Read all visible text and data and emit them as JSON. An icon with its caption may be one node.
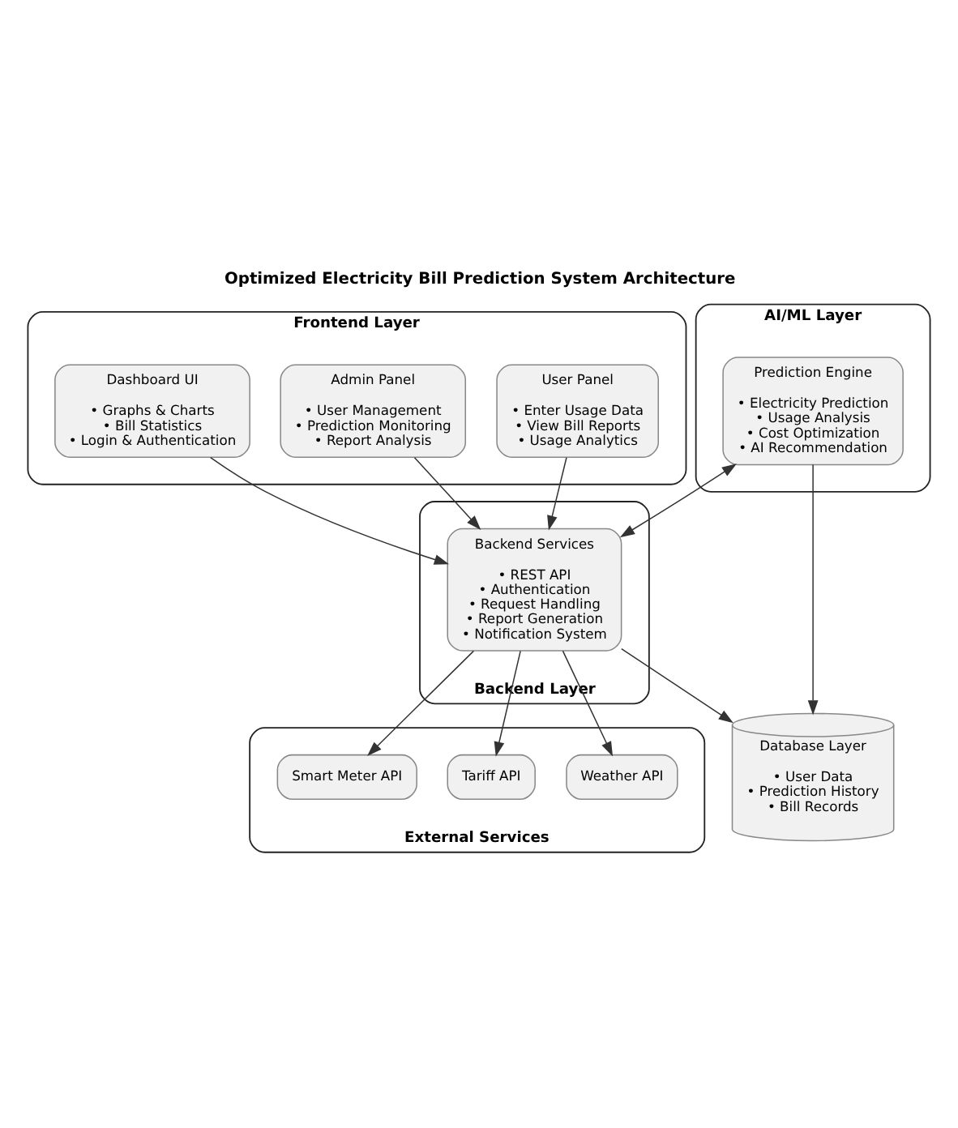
{
  "diagram": {
    "title": "Optimized Electricity Bill Prediction System Architecture",
    "nodes": [
      {
        "text": [
          "Frontend Layer"
        ]
      },
      {
        "text": [
          "User Panel",
          "• Enter Usage Data",
          "• View Bill Reports",
          "• Usage Analytics"
        ],
        "in": 0
      },
      {
        "text": [
          "Admin Panel",
          "• User Management",
          "• Prediction Monitoring",
          "• Report Analysis"
        ],
        "in": 0
      },
      {
        "text": [
          "Dashboard UI",
          "• Graphs & Charts",
          "• Bill Statistics",
          "• Login & Authentication"
        ],
        "in": 0
      },
      {
        "text": [
          "Backend Layer"
        ]
      },
      {
        "text": [
          "Backend Services",
          "• REST API",
          "• Authentication",
          "• Request Handling",
          "• Report Generation",
          "• Notification System"
        ],
        "in": 4
      },
      {
        "text": [
          "AI/ML Layer"
        ]
      },
      {
        "text": [
          "Prediction Engine",
          "• Electricity Prediction",
          "• Usage Analysis",
          "• Cost Optimization",
          "• AI Recommendation"
        ],
        "in": 6
      },
      {
        "text": [
          "Database Layer",
          "• User Data",
          "• Prediction History",
          "• Bill Records"
        ]
      },
      {
        "text": [
          "External Services"
        ]
      },
      {
        "text": [
          "Weather API"
        ],
        "in": 9
      },
      {
        "text": [
          "Tariff API"
        ],
        "in": 9
      },
      {
        "text": [
          "Smart Meter API"
        ],
        "in": 9
      }
    ],
    "edges": [
      {
        "from": 1,
        "to": 5,
        "arrow": "to"
      },
      {
        "from": 2,
        "to": 5,
        "arrow": "to"
      },
      {
        "from": 3,
        "to": 5,
        "arrow": "to"
      },
      {
        "from": 7,
        "to": 5,
        "arrow": "both"
      },
      {
        "from": 7,
        "to": 8,
        "arrow": "to"
      },
      {
        "from": 5,
        "to": 8,
        "arrow": "to"
      },
      {
        "from": 5,
        "to": 10,
        "arrow": "to"
      },
      {
        "from": 5,
        "to": 11,
        "arrow": "to"
      },
      {
        "from": 5,
        "to": 12,
        "arrow": "to"
      }
    ]
  }
}
